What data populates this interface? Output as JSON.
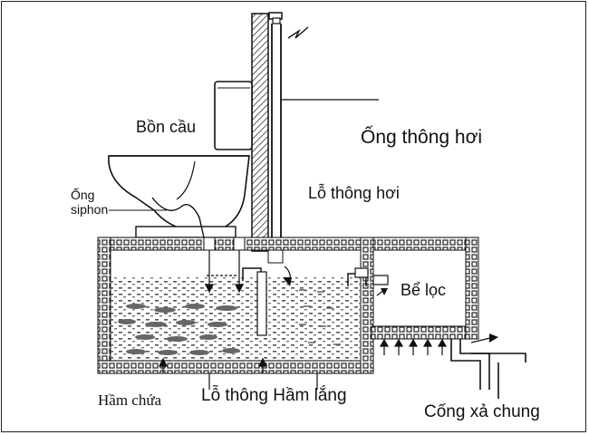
{
  "labels": {
    "toilet": "Bồn cầu",
    "vent_pipe": "Ống thông hơi",
    "siphon_line1": "Ống",
    "siphon_line2": "siphon",
    "vent_hole": "Lỗ thông hơi",
    "filter_tank": "Bể lọc",
    "holding_chamber": "Hầm chứa",
    "settling_connector": "Lỗ thông Hầm lắng",
    "common_sewer": "Cống xả chung"
  },
  "colors": {
    "line": "#111111",
    "hatch": "#444444",
    "background": "#ffffff"
  }
}
